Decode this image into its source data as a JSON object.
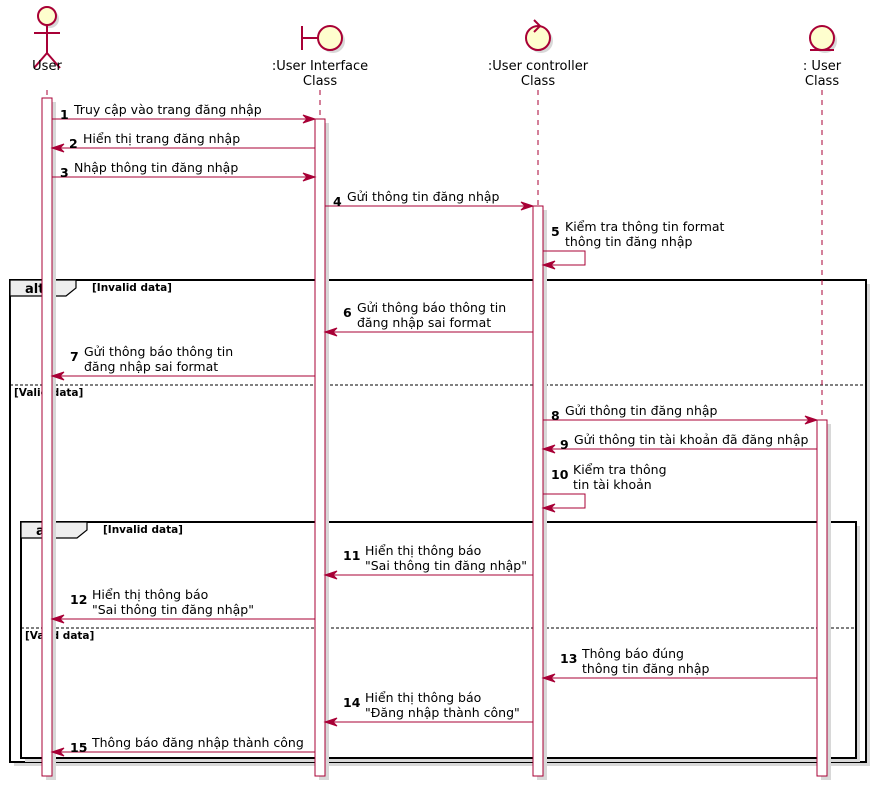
{
  "participants": [
    {
      "id": "user",
      "kind": "actor",
      "lines": [
        "User"
      ]
    },
    {
      "id": "ui",
      "kind": "boundary",
      "lines": [
        ":User Interface",
        "Class"
      ]
    },
    {
      "id": "ctrl",
      "kind": "control",
      "lines": [
        ":User controller",
        "Class"
      ]
    },
    {
      "id": "ent",
      "kind": "entity",
      "lines": [
        ": User",
        "Class"
      ]
    }
  ],
  "messages": [
    {
      "num": "1",
      "lines": [
        "Truy cập vào trang đăng nhập"
      ]
    },
    {
      "num": "2",
      "lines": [
        "Hiển thị trang đăng nhập"
      ]
    },
    {
      "num": "3",
      "lines": [
        "Nhập thông tin đăng nhập"
      ]
    },
    {
      "num": "4",
      "lines": [
        "Gửi thông tin đăng nhập"
      ]
    },
    {
      "num": "5",
      "lines": [
        "Kiểm tra thông tin format",
        " thông tin đăng nhập"
      ]
    },
    {
      "num": "6",
      "lines": [
        "Gửi thông báo thông tin",
        " đăng nhập sai format"
      ]
    },
    {
      "num": "7",
      "lines": [
        "Gửi thông báo thông tin",
        " đăng nhập sai format"
      ]
    },
    {
      "num": "8",
      "lines": [
        "Gửi thông tin đăng nhập"
      ]
    },
    {
      "num": "9",
      "lines": [
        "Gửi thông tin tài khoản đã đăng nhập"
      ]
    },
    {
      "num": "10",
      "lines": [
        "Kiểm tra thông",
        " tin tài khoản"
      ]
    },
    {
      "num": "11",
      "lines": [
        "Hiển thị thông báo",
        "\"Sai thông tin đăng nhập\""
      ]
    },
    {
      "num": "12",
      "lines": [
        "Hiển thị thông báo",
        "\"Sai thông tin đăng nhập\""
      ]
    },
    {
      "num": "13",
      "lines": [
        "Thông báo đúng",
        " thông tin đăng nhập"
      ]
    },
    {
      "num": "14",
      "lines": [
        "Hiển thị thông báo",
        "\"Đăng nhập thành công\""
      ]
    },
    {
      "num": "15",
      "lines": [
        "Thông báo đăng nhập thành công"
      ]
    }
  ],
  "fragments": [
    {
      "keyword": "alt",
      "guard": "[Invalid data]",
      "else_guard": "[Valid data]"
    },
    {
      "keyword": "alt",
      "guard": "[Invalid data]",
      "else_guard": "[Valid data]"
    }
  ],
  "colors": {
    "line": "#A80036",
    "head_fill": "#FEFECE",
    "shadow": "#D8D8D8",
    "frame_tab": "#EEEEEE",
    "text": "#000000"
  }
}
